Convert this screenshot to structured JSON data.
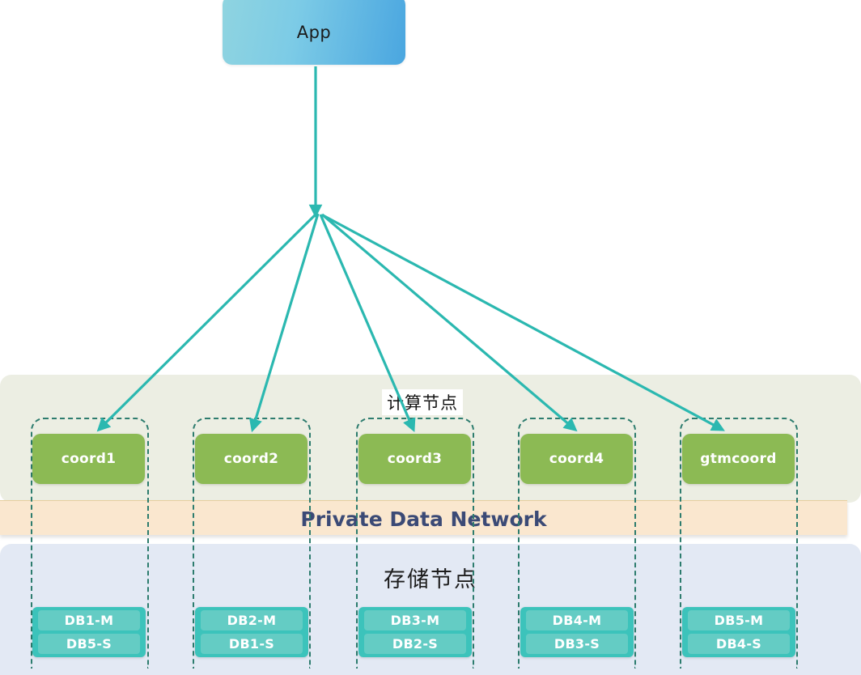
{
  "diagram": {
    "title": "App",
    "app_node": {
      "label": "App"
    },
    "bands": {
      "compute": {
        "label": "计算节点",
        "color": "#eceee3"
      },
      "network": {
        "label": "Private Data Network",
        "color": "#fae7cf",
        "text_color": "#3b4a76"
      },
      "storage": {
        "label": "存储节点",
        "color": "#e3e9f4"
      }
    },
    "columns": [
      {
        "coordinator": "coord1",
        "databases": [
          "DB1-M",
          "DB5-S"
        ]
      },
      {
        "coordinator": "coord2",
        "databases": [
          "DB2-M",
          "DB1-S"
        ]
      },
      {
        "coordinator": "coord3",
        "databases": [
          "DB3-M",
          "DB2-S"
        ]
      },
      {
        "coordinator": "coord4",
        "databases": [
          "DB4-M",
          "DB3-S"
        ]
      },
      {
        "coordinator": "gtmcoord",
        "databases": [
          "DB5-M",
          "DB4-S"
        ]
      }
    ],
    "colors": {
      "arrow": "#2bb8b0",
      "coordinator_fill": "#8cba54",
      "database_fill": "#3cc3bb",
      "database_row_fill": "#64ccc4",
      "group_border": "#2d7c6e",
      "app_gradient_start": "#8fd4e0",
      "app_gradient_end": "#4aa6e0"
    }
  }
}
